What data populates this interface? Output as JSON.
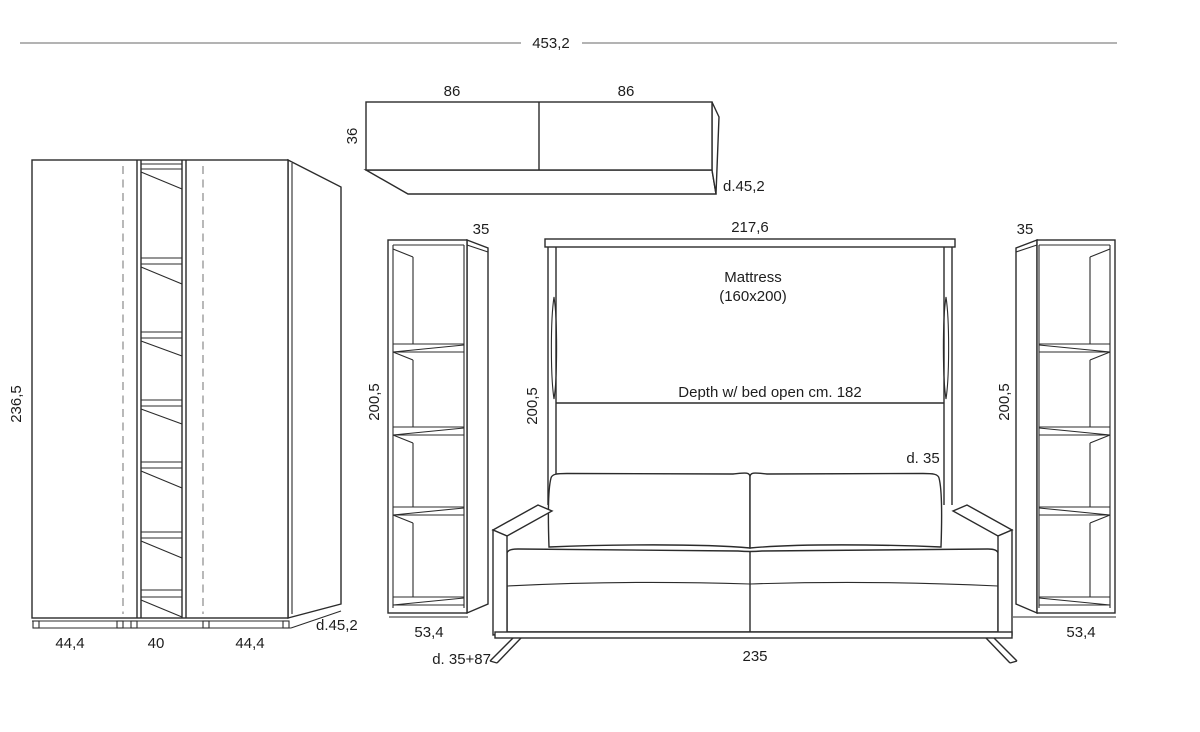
{
  "colors": {
    "background": "#ffffff",
    "line": "#2b2b2b",
    "dim_line": "#9a9a9a",
    "dashed": "#8a8a8a",
    "text": "#1d1d1d"
  },
  "overall": {
    "width": "453,2"
  },
  "top_cabinet": {
    "door_left_width": "86",
    "door_right_width": "86",
    "height": "36",
    "depth": "d.45,2"
  },
  "wardrobe": {
    "height": "236,5",
    "left_width": "44,4",
    "center_width": "40",
    "right_width": "44,4",
    "depth": "d.45,2"
  },
  "shelf_left": {
    "depth": "35",
    "height": "200,5",
    "width": "53,4"
  },
  "shelf_right": {
    "depth": "35",
    "height": "200,5",
    "width": "53,4"
  },
  "bed": {
    "width": "217,6",
    "height": "200,5",
    "mattress_line1": "Mattress",
    "mattress_line2": "(160x200)",
    "open_depth_note": "Depth w/ bed open cm. 182",
    "closed_depth": "d. 35"
  },
  "sofa": {
    "width": "235",
    "depth_note": "d. 35+87"
  }
}
